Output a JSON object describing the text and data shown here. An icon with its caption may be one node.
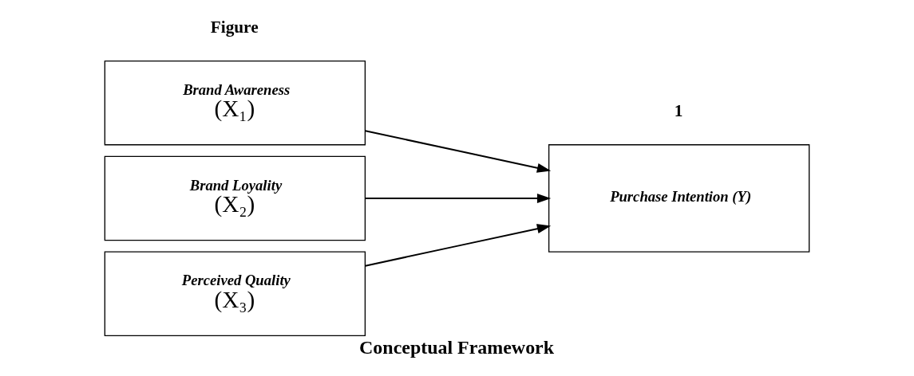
{
  "diagram": {
    "caption": "Conceptual Framework",
    "nodes": [
      {
        "text": [
          "Brand Awareness",
          "(X₁)"
        ]
      },
      {
        "text": [
          "Brand Loyality",
          "(X₂)"
        ]
      },
      {
        "text": [
          "Perceived Quality",
          "(X₃)"
        ]
      },
      {
        "text": [
          "Purchase Intention (Y)"
        ]
      }
    ],
    "edges": [
      {
        "from": 0,
        "to": 3,
        "arrow": "to"
      },
      {
        "from": 1,
        "to": 3,
        "arrow": "to"
      },
      {
        "from": 2,
        "to": 3,
        "arrow": "to"
      }
    ],
    "labels": [
      "Figure",
      "1"
    ]
  }
}
